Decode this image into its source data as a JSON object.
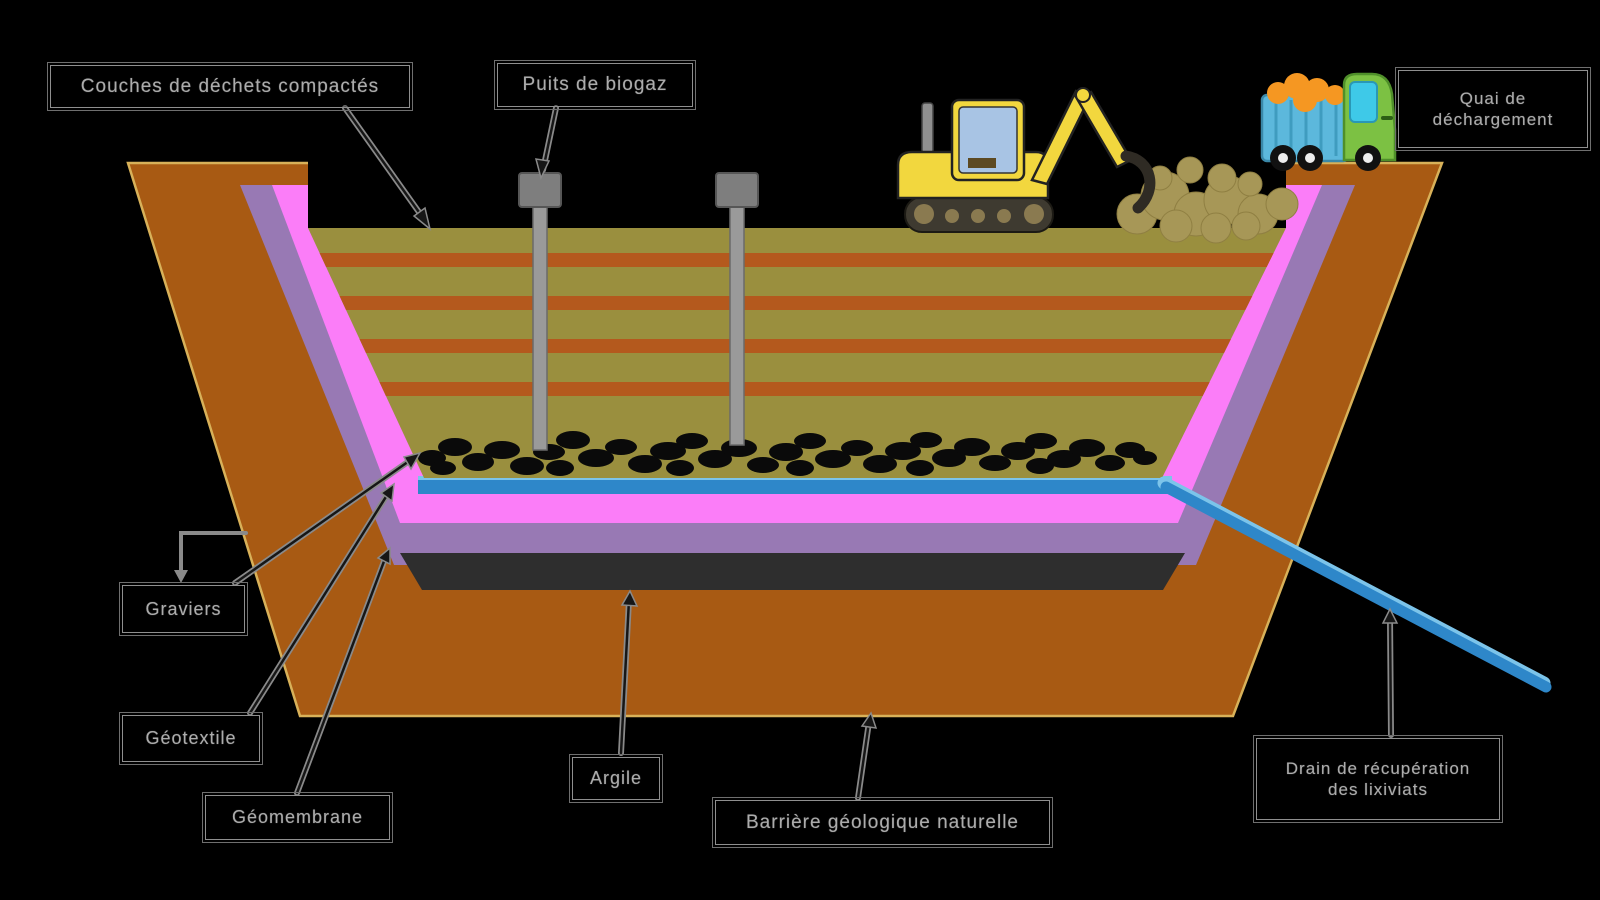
{
  "diagram": {
    "subject": "landfill-cross-section"
  },
  "labels": {
    "couches": {
      "text": "Couches de déchets compactés"
    },
    "puits": {
      "text": "Puits de biogaz"
    },
    "quai": {
      "line1": "Quai de",
      "line2": "déchargement"
    },
    "graviers": {
      "text": "Graviers"
    },
    "geotextile": {
      "text": "Géotextile"
    },
    "geomembrane": {
      "text": "Géomembrane"
    },
    "argile": {
      "text": "Argile"
    },
    "barriere": {
      "text": "Barrière géologique naturelle"
    },
    "drain": {
      "line1": "Drain de récupération",
      "line2": "des lixiviats"
    }
  },
  "colors": {
    "background": "#000000",
    "soil": "#A85A13",
    "soil_edge": "#D8B159",
    "membrane_purple": "#9879B4",
    "liner_pink": "#FB7DF8",
    "clay_black": "#2E2E2E",
    "waste_olive": "#9A8F3E",
    "stripe_brown": "#B4591D",
    "drain_blue": "#2E87C9",
    "drain_blue_light": "#7CC4EA",
    "gravel": "#0A0A0A",
    "well_gray": "#9A9A9A",
    "well_cap": "#7E7E7E",
    "excavator_yellow": "#F2D73E",
    "truck_bed_blue": "#5CB8DC",
    "truck_cab_green": "#7CC143",
    "load_orange": "#F59722",
    "dust_tan": "#A79757"
  }
}
